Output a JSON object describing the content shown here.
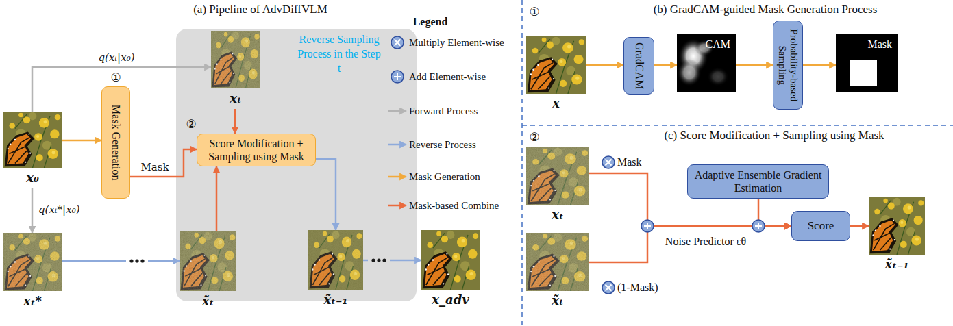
{
  "diagram": {
    "nodes": [
      {
        "text": [
          "x₀"
        ]
      },
      {
        "text": [
          "Mask Generation"
        ]
      },
      {
        "text": [
          "Reverse Sampling Process in the Step t"
        ]
      },
      {
        "text": [
          "xₜ"
        ],
        "in": 2
      },
      {
        "text": [
          "Score Modification + Sampling using Mask"
        ],
        "in": 2
      },
      {
        "text": [
          "x̃ₜ"
        ],
        "in": 2
      },
      {
        "text": [
          "x̃ₜ₋₁"
        ],
        "in": 2
      },
      {
        "text": [
          "xₜ*"
        ]
      },
      {
        "text": [
          "x_adv"
        ]
      },
      {
        "text": [
          "x"
        ]
      },
      {
        "text": [
          "GradCAM"
        ]
      },
      {
        "text": [
          "CAM"
        ]
      },
      {
        "text": [
          "Probability-based Sampling"
        ]
      },
      {
        "text": [
          "Mask"
        ]
      },
      {
        "text": [
          "xₜ"
        ]
      },
      {
        "text": [
          "x̃ₜ"
        ]
      },
      {
        "text": [
          "Adaptive Ensemble Gradient Estimation"
        ]
      },
      {
        "text": [
          "Score"
        ]
      },
      {
        "text": [
          "x̃ₜ₋₁"
        ]
      }
    ],
    "edges": [
      {
        "from": 0,
        "to": 3,
        "arrow": "to",
        "label": "q(xₜ|x₀)"
      },
      {
        "from": 0,
        "to": 1,
        "arrow": "to"
      },
      {
        "from": 0,
        "to": 7,
        "arrow": "to",
        "label": "q(xₜ*|x₀)"
      },
      {
        "from": 1,
        "to": 4,
        "arrow": "to",
        "label": "Mask"
      },
      {
        "from": 3,
        "to": 4,
        "arrow": "to"
      },
      {
        "from": 7,
        "to": 5,
        "arrow": "to"
      },
      {
        "from": 5,
        "to": 4,
        "arrow": "to"
      },
      {
        "from": 4,
        "to": 6,
        "arrow": "to"
      },
      {
        "from": 6,
        "to": 8,
        "arrow": "to"
      },
      {
        "from": 9,
        "to": 10,
        "arrow": "to"
      },
      {
        "from": 10,
        "to": 11,
        "arrow": "to"
      },
      {
        "from": 11,
        "to": 12,
        "arrow": "to"
      },
      {
        "from": 12,
        "to": 13,
        "arrow": "to"
      },
      {
        "from": 14,
        "to": 17,
        "arrow": "to"
      },
      {
        "from": 15,
        "to": 17,
        "arrow": "to"
      },
      {
        "from": 16,
        "to": 17,
        "arrow": "to"
      },
      {
        "from": 17,
        "to": 18,
        "arrow": "to"
      }
    ],
    "labels": [
      "(a) Pipeline of AdvDiffVLM",
      "Legend",
      "①",
      "②",
      "(b) GradCAM-guided Mask Generation Process",
      "①",
      "(c) Score Modification + Sampling using Mask",
      "②",
      "Mask",
      "(1-Mask)",
      "Noise Predictor εθ"
    ],
    "legend": [
      {
        "text": "Multiply Element-wise"
      },
      {
        "text": "Add Element-wise"
      },
      {
        "text": "Forward Process"
      },
      {
        "text": "Reverse Process"
      },
      {
        "text": "Mask Generation"
      },
      {
        "text": "Mask-based Combine"
      }
    ]
  }
}
